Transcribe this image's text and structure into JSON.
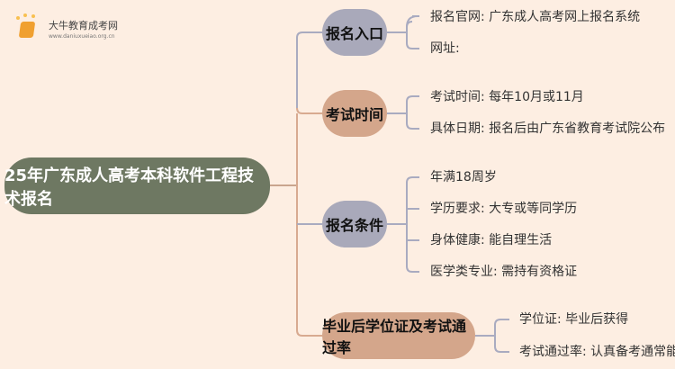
{
  "logo": {
    "name": "大牛教育成考网",
    "url": "www.daniuxueiao.org.cn"
  },
  "root": "25年广东成人高考本科软件工程技术报名",
  "branches": [
    {
      "label": "报名入口",
      "leaves": [
        "报名官网: 广东成人高考网上报名系统",
        "网址:"
      ]
    },
    {
      "label": "考试时间",
      "leaves": [
        "考试时间: 每年10月或11月",
        "具体日期: 报名后由广东省教育考试院公布"
      ]
    },
    {
      "label": "报名条件",
      "leaves": [
        "年满18周岁",
        "学历要求: 大专或等同学历",
        "身体健康: 能自理生活",
        "医学类专业: 需持有资格证"
      ]
    },
    {
      "label": "毕业后学位证及考试通过率",
      "leaves": [
        "学位证: 毕业后获得",
        "考试通过率: 认真备考通常能通过"
      ]
    }
  ],
  "colors": {
    "background": "#fdeee2",
    "root": "#6e7862",
    "gray": "#a9a9ba",
    "brown": "#d4a68b"
  }
}
